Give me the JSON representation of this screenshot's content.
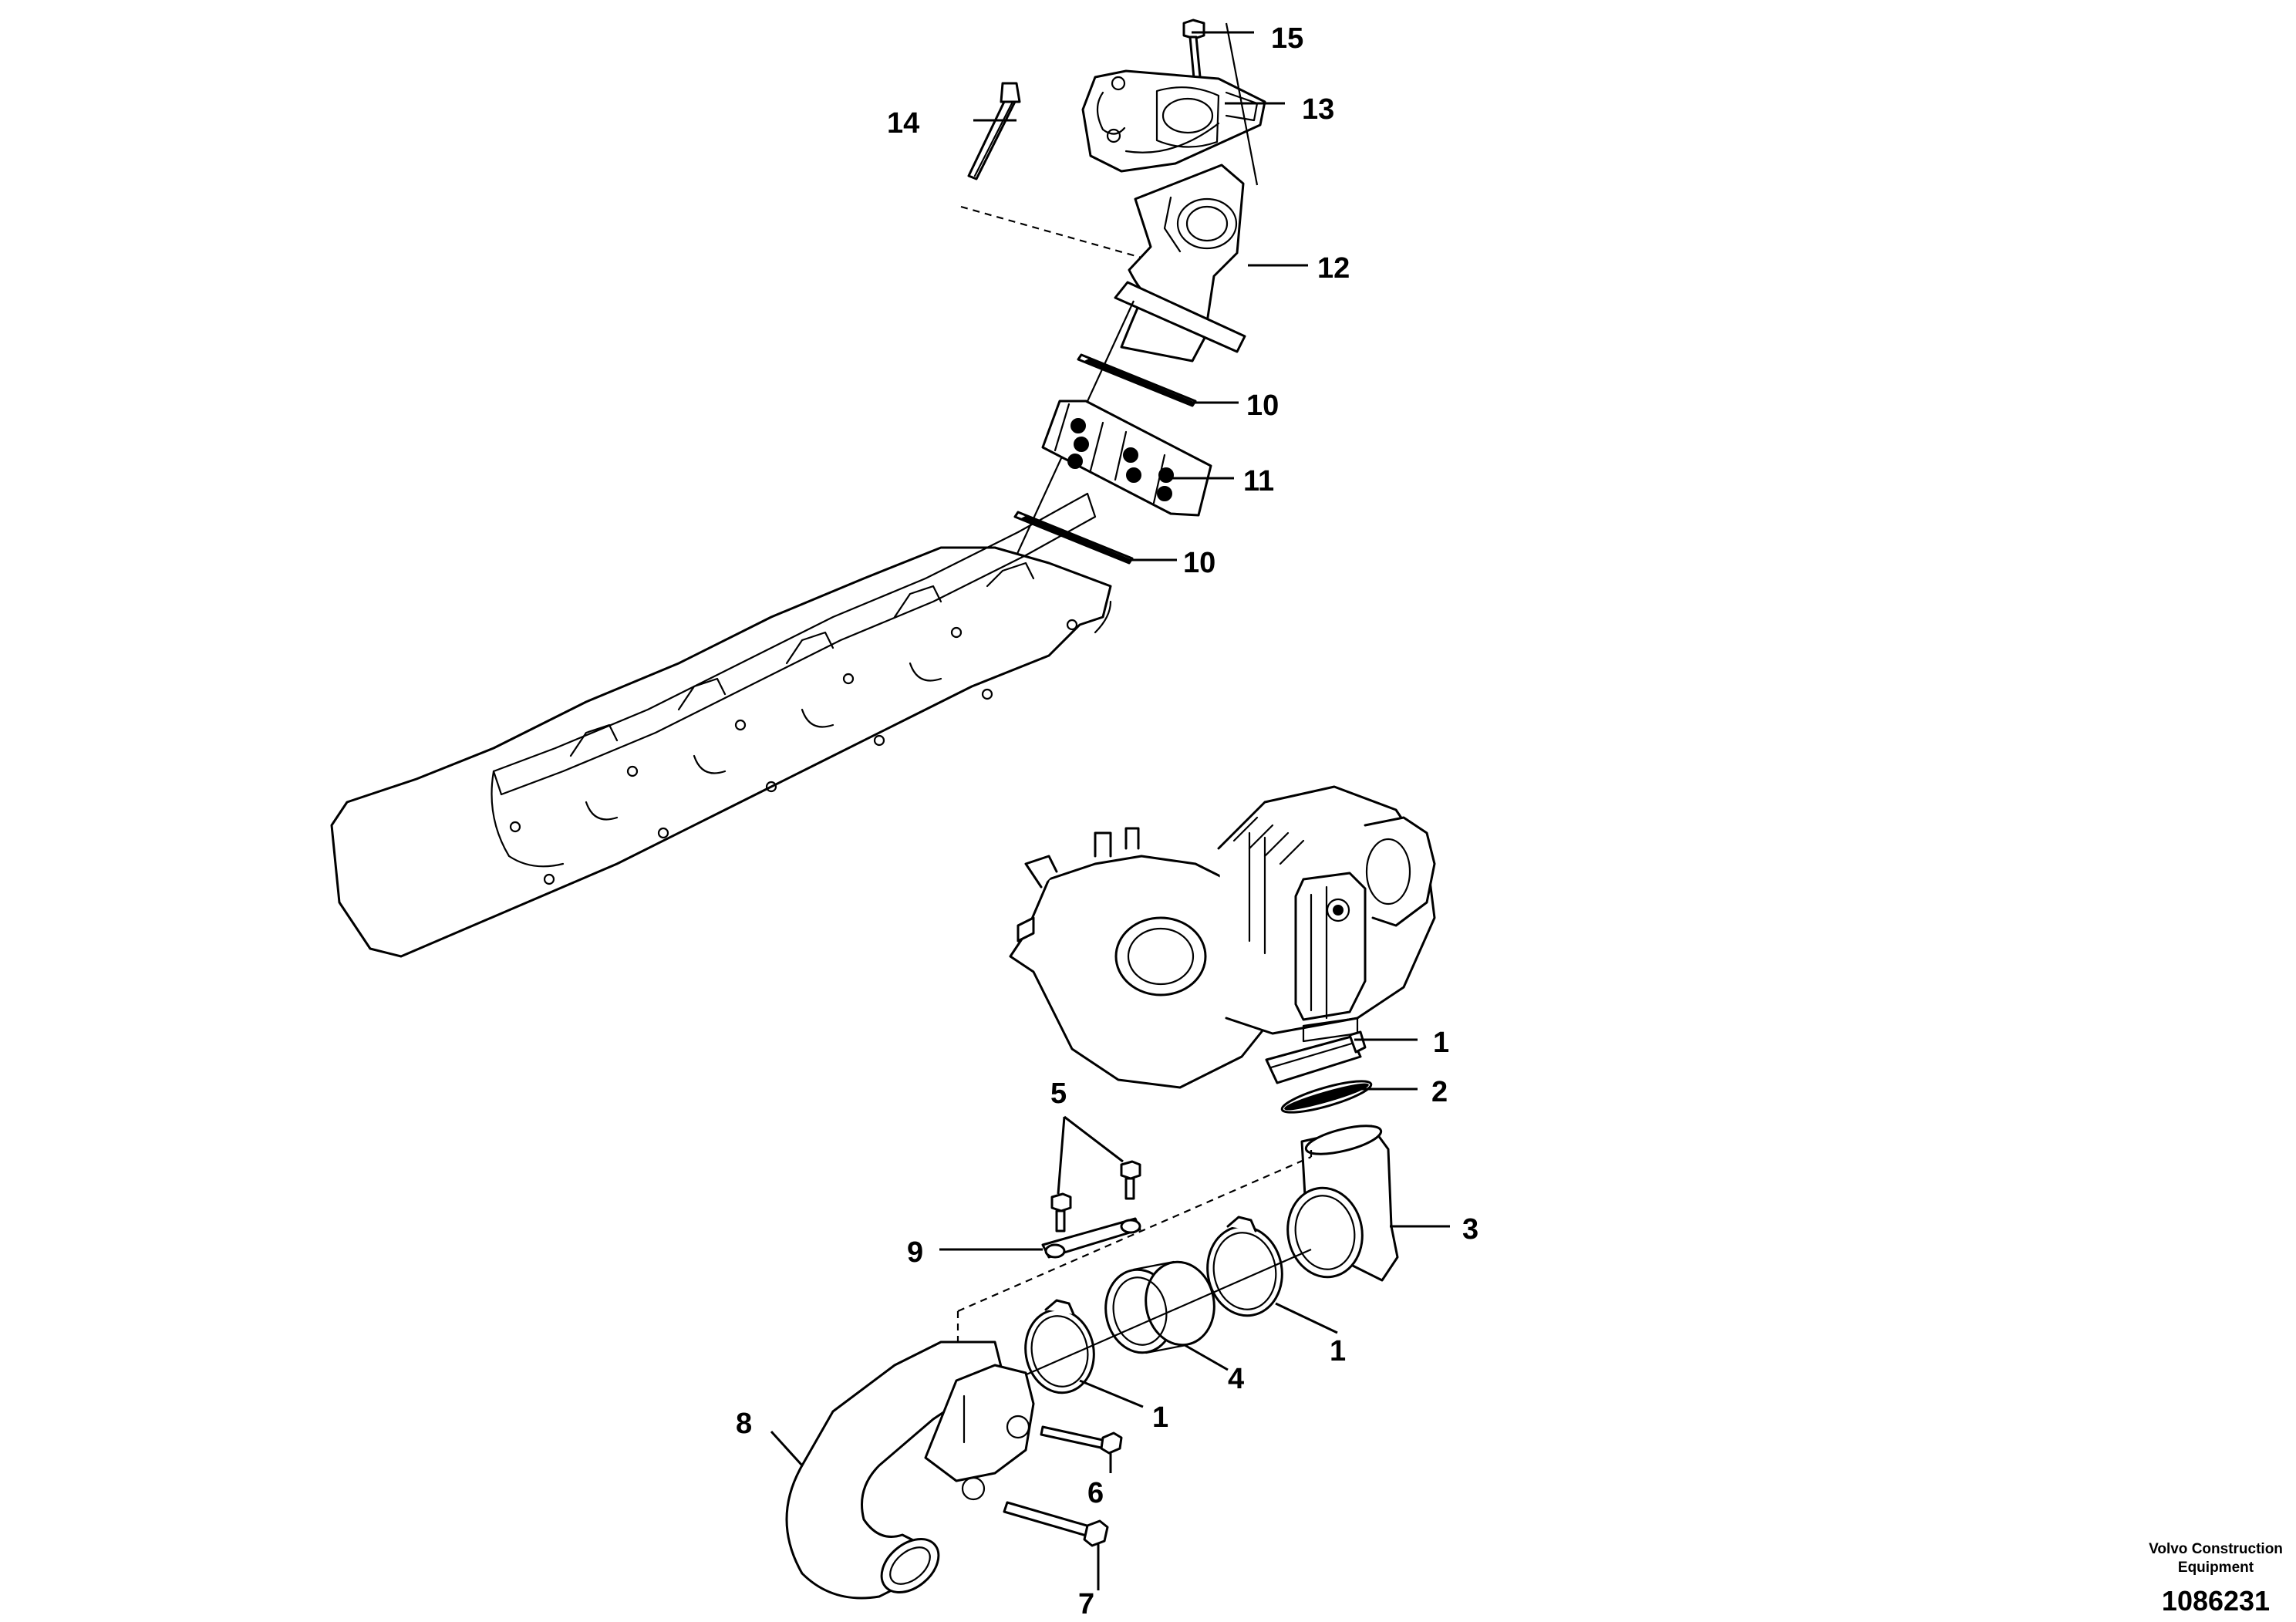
{
  "diagram": {
    "callouts": {
      "c15": "15",
      "c13": "13",
      "c14": "14",
      "c12": "12",
      "c10a": "10",
      "c11": "11",
      "c10b": "10",
      "c1a": "1",
      "c2": "2",
      "c5": "5",
      "c3": "3",
      "c9": "9",
      "c1b": "1",
      "c4": "4",
      "c1c": "1",
      "c8": "8",
      "c6": "6",
      "c7": "7"
    }
  },
  "footer": {
    "brand_line1": "Volvo Construction",
    "brand_line2": "Equipment",
    "drawing_number": "1086231"
  }
}
